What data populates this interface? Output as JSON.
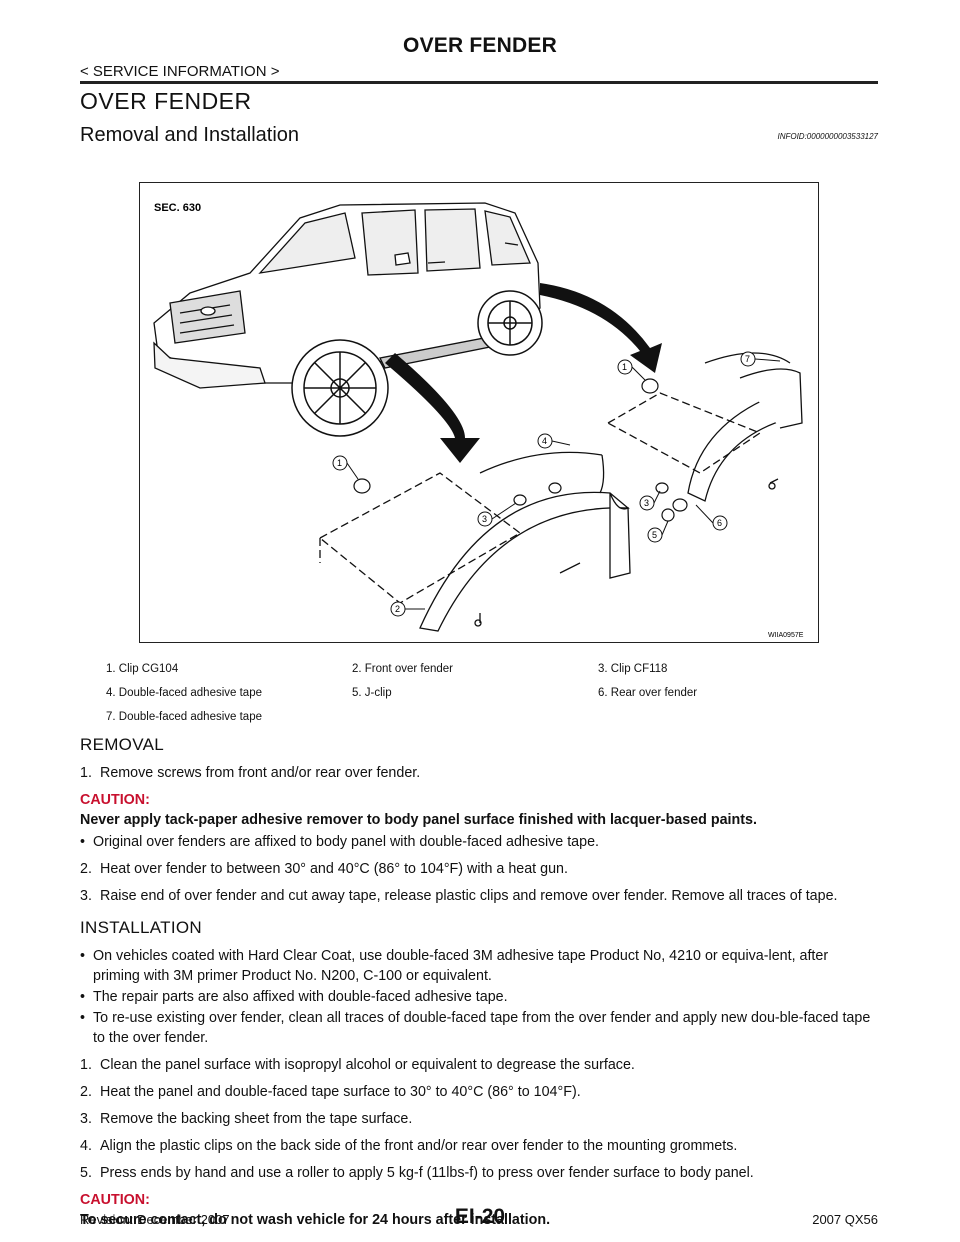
{
  "header": {
    "title": "OVER FENDER",
    "nav": "< SERVICE INFORMATION >"
  },
  "section": {
    "title": "OVER FENDER",
    "subtitle": "Removal and Installation",
    "infoid": "INFOID:0000000003533127"
  },
  "figure": {
    "sec_label": "SEC. 630",
    "code": "WIIA0957E",
    "callouts": [
      "1",
      "1",
      "2",
      "3",
      "3",
      "4",
      "5",
      "6",
      "7"
    ]
  },
  "legend": [
    [
      "1.   Clip CG104",
      "2.   Front over fender",
      "3.   Clip CF118"
    ],
    [
      "4.   Double-faced adhesive tape",
      "5.   J-clip",
      "6.   Rear over fender"
    ],
    [
      "7.   Double-faced adhesive tape",
      "",
      ""
    ]
  ],
  "removal": {
    "heading": "REMOVAL",
    "step1_num": "1.",
    "step1": "Remove screws from front and/or rear over fender.",
    "caution_label": "CAUTION:",
    "caution_text": "Never apply tack-paper adhesive remover to body panel surface finished with lacquer-based paints.",
    "bullet1": "Original over fenders are affixed to body panel with double-faced adhesive tape.",
    "step2_num": "2.",
    "step2": "Heat over fender to between 30° and 40°C (86° to 104°F) with a heat gun.",
    "step3_num": "3.",
    "step3": "Raise end of over fender and cut away tape, release plastic clips and remove over fender. Remove all traces of tape."
  },
  "installation": {
    "heading": "INSTALLATION",
    "bullets": [
      "On vehicles coated with Hard Clear Coat, use double-faced 3M adhesive tape Product No, 4210 or equiva-lent, after priming with 3M primer Product No. N200, C-100 or equivalent.",
      "The repair parts are also affixed with double-faced adhesive tape.",
      "To re-use existing over fender, clean all traces of double-faced tape from the over fender and apply new dou-ble-faced tape to the over fender."
    ],
    "steps": [
      {
        "num": "1.",
        "text": "Clean the panel surface with isopropyl alcohol or equivalent to degrease the surface."
      },
      {
        "num": "2.",
        "text": "Heat the panel and double-faced tape surface to 30° to 40°C (86° to 104°F)."
      },
      {
        "num": "3.",
        "text": "Remove the backing sheet from the tape surface."
      },
      {
        "num": "4.",
        "text": "Align the plastic clips on the back side of the front and/or rear over fender to the mounting grommets."
      },
      {
        "num": "5.",
        "text": "Press ends by hand and use a roller to apply 5 kg-f (11lbs-f) to press over fender surface to body panel."
      }
    ],
    "caution_label": "CAUTION:",
    "caution_text": "To secure contact, do not wash vehicle for 24 hours after installation."
  },
  "footer": {
    "revision": "Revision: December 2007",
    "page": "EI-20",
    "model": "2007 QX56"
  }
}
